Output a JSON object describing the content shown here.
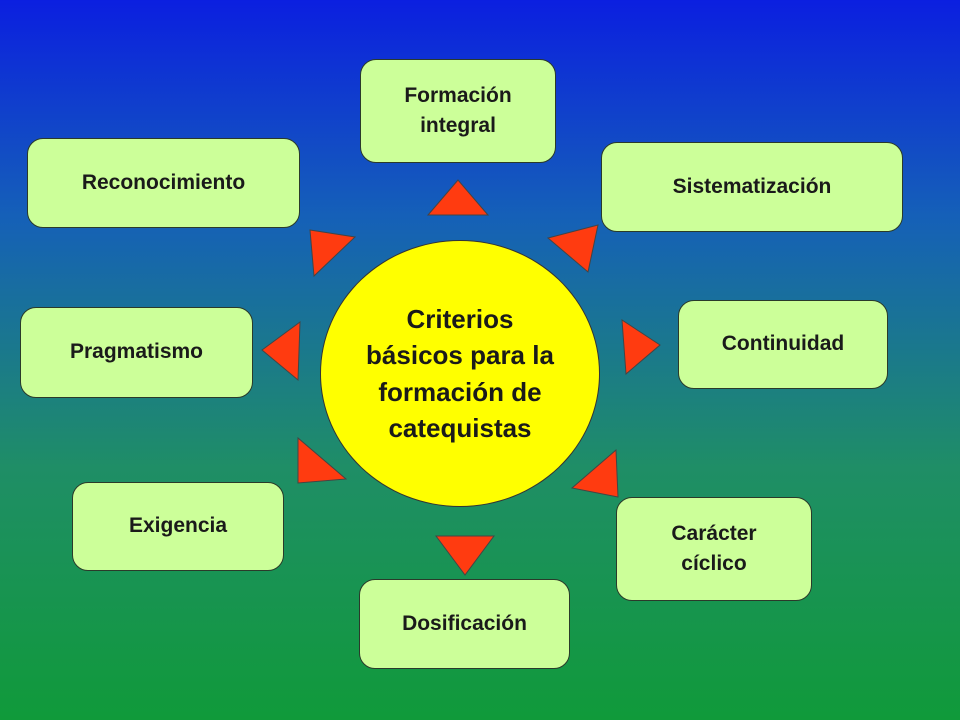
{
  "center": {
    "lines": [
      "Criterios",
      "básicos para la",
      "formación de",
      "catequistas"
    ]
  },
  "nodes": {
    "formacion_integral": {
      "lines": [
        "Formación",
        "integral"
      ]
    },
    "sistematizacion": {
      "lines": [
        "Sistematización"
      ]
    },
    "continuidad": {
      "lines": [
        "Continuidad"
      ]
    },
    "caracter_ciclico": {
      "lines": [
        "Carácter",
        "cíclico"
      ]
    },
    "dosificacion": {
      "lines": [
        "Dosificación"
      ]
    },
    "exigencia": {
      "lines": [
        "Exigencia"
      ]
    },
    "pragmatismo": {
      "lines": [
        "Pragmatismo"
      ]
    },
    "reconocimiento": {
      "lines": [
        "Reconocimiento"
      ]
    }
  },
  "colors": {
    "node_fill": "#ccff99",
    "center_fill": "#ffff00",
    "arrow_fill": "#ff3b10"
  }
}
